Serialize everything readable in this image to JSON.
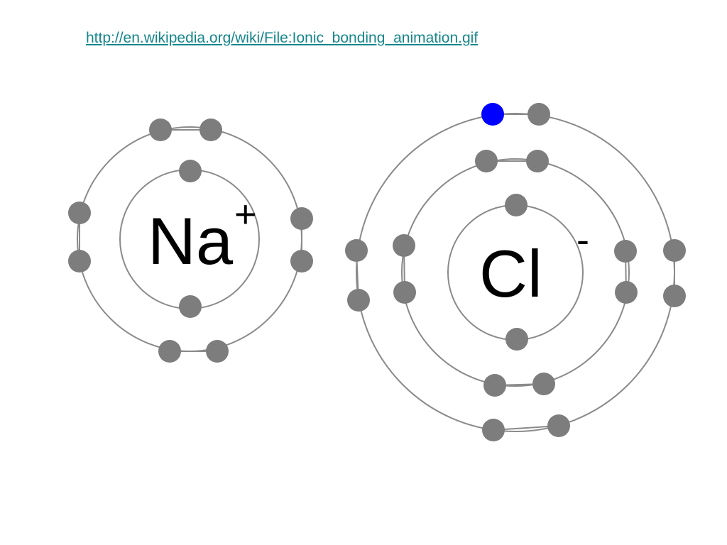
{
  "source": {
    "link_text": "http://en.wikipedia.org/wiki/File:Ionic_bonding_animation.gif"
  },
  "sodium": {
    "symbol": "Na",
    "charge": "+"
  },
  "chlorine": {
    "symbol": "Cl",
    "charge": "-"
  },
  "colors": {
    "orbit": "#8a8a8a",
    "electron": "#7d7d7d",
    "transferred_electron": "#0000ff",
    "link": "#14868c"
  }
}
